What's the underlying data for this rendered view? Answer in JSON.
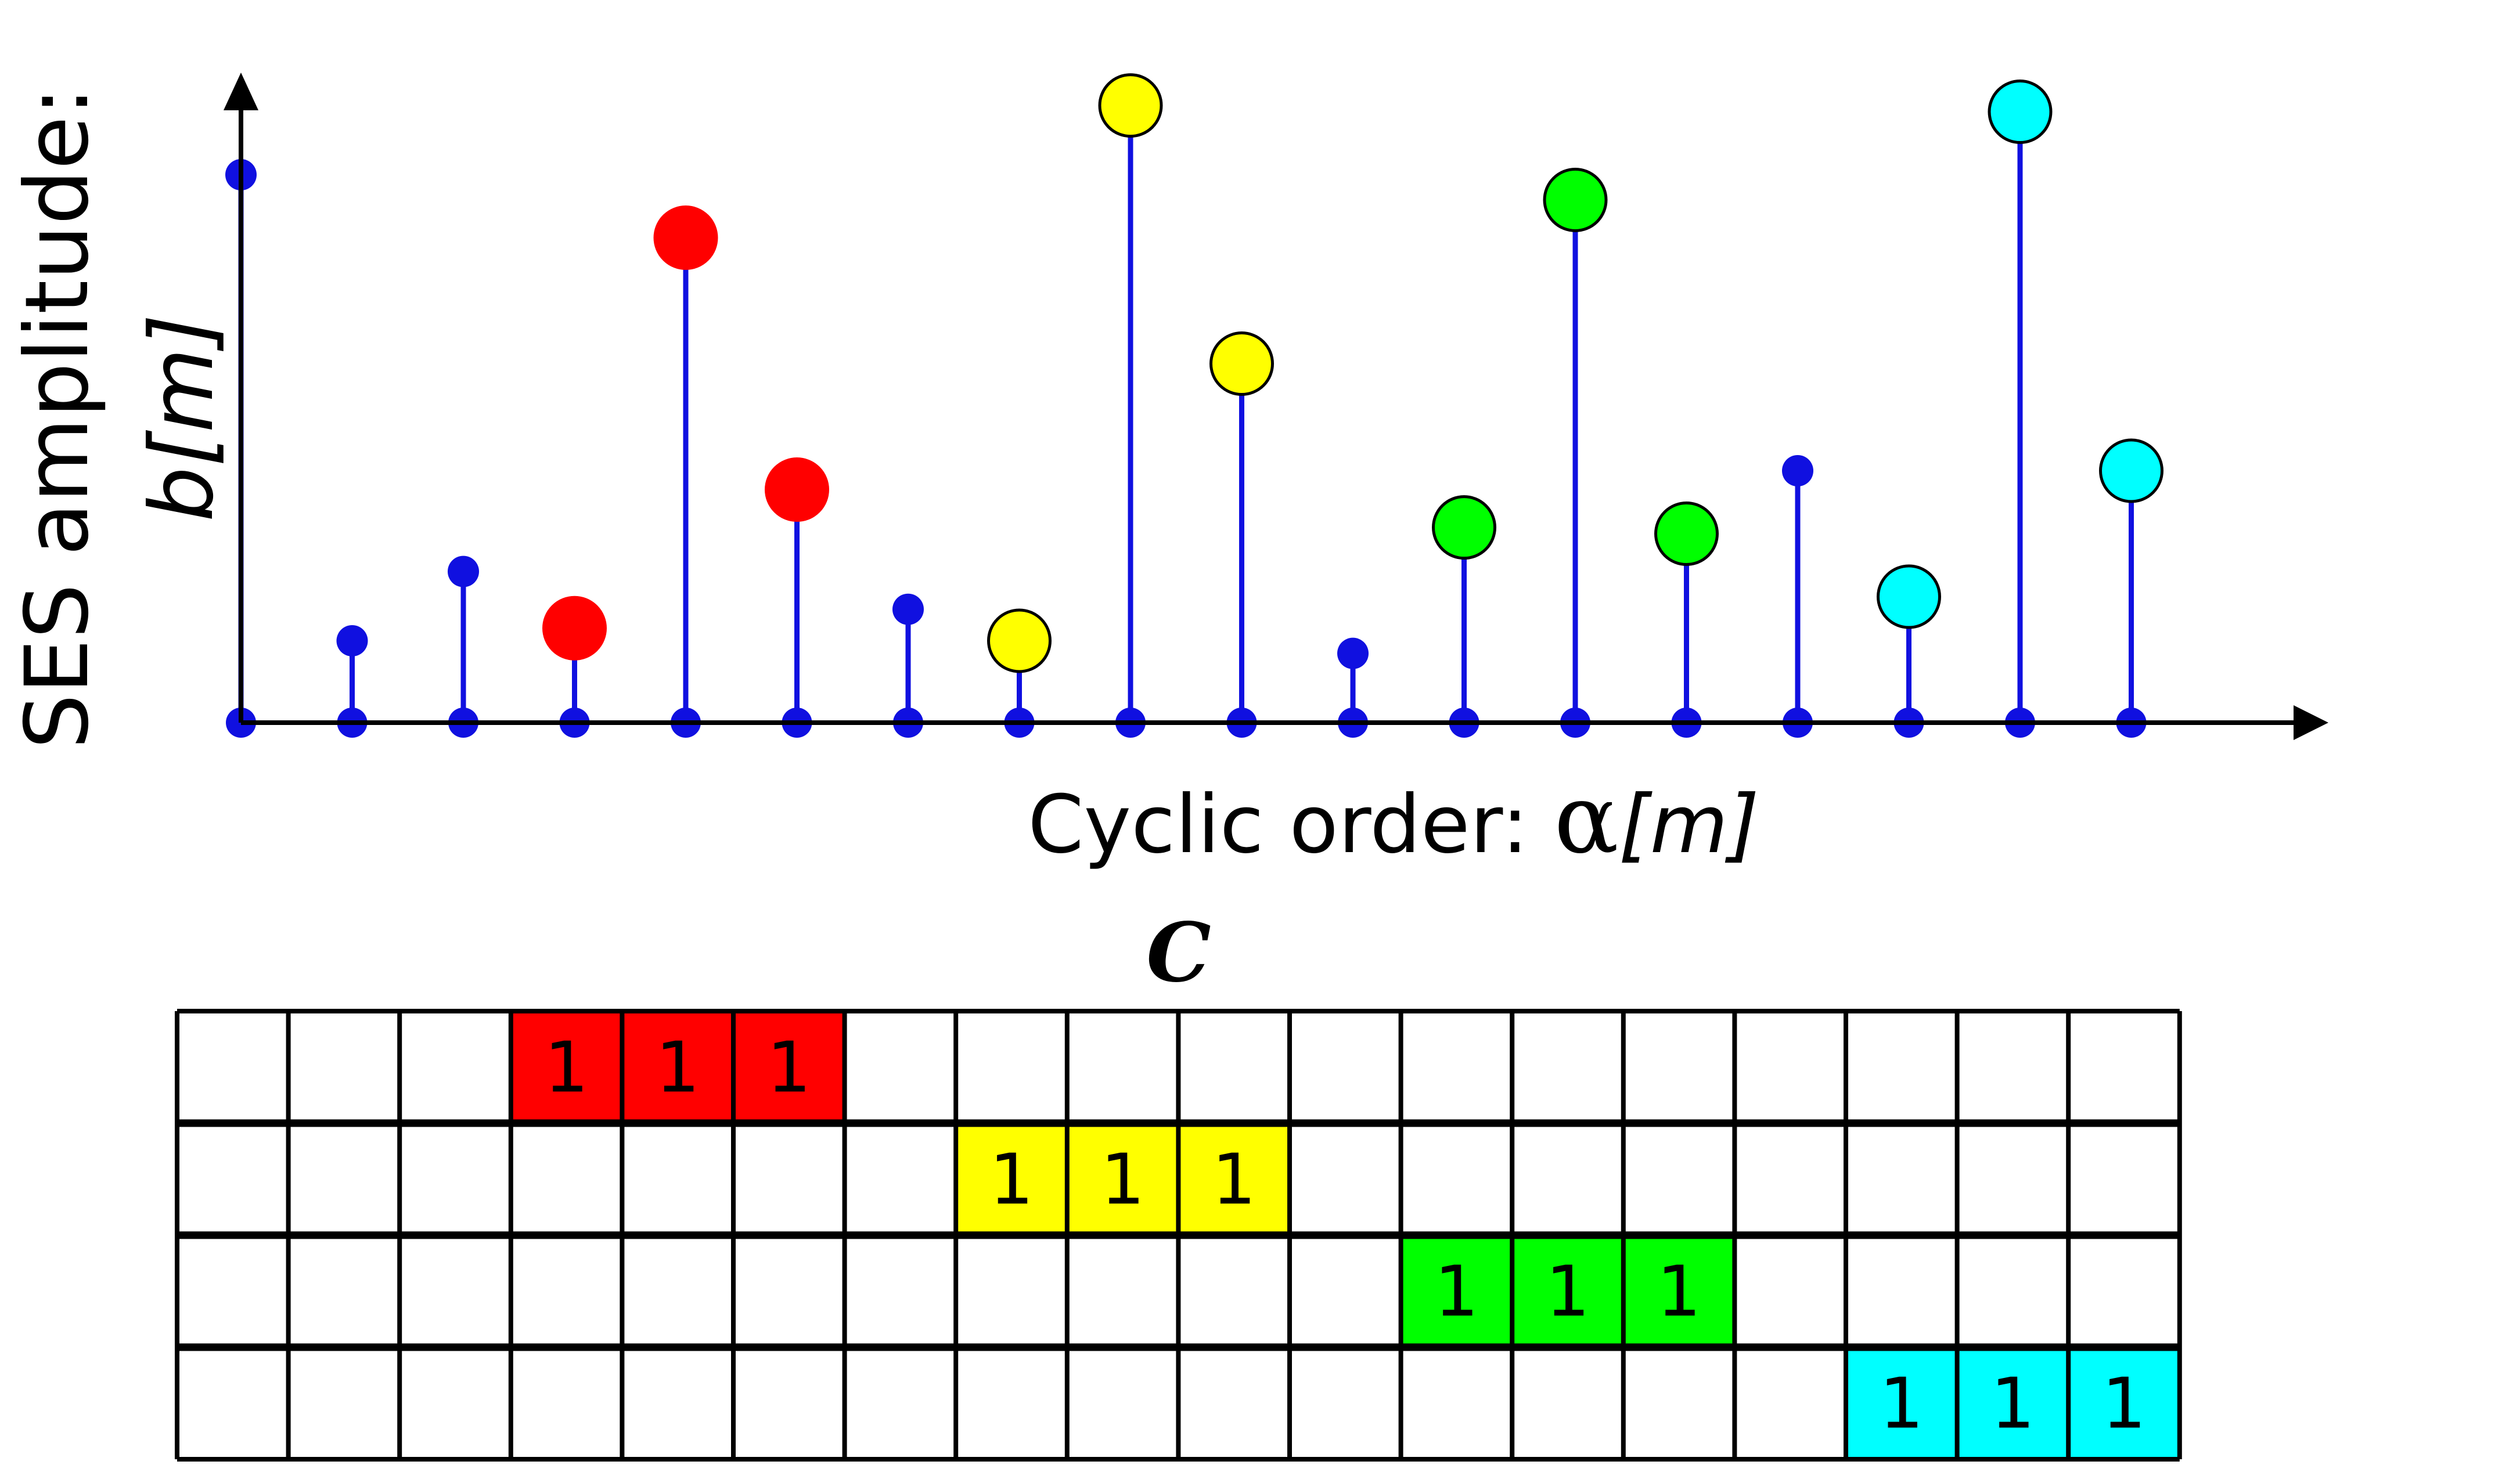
{
  "labels": {
    "y_axis_line1": "SES amplitude:",
    "y_axis_line2": "b[m]",
    "x_axis_prefix": "Cyclic order: ",
    "x_axis_alpha": "α",
    "x_axis_suffix": "[m]",
    "matrix_title": "C"
  },
  "colors": {
    "stem": "#1010e0",
    "axis": "#000000",
    "groups": [
      "#ff0000",
      "#ffff00",
      "#00ff00",
      "#00ffff"
    ]
  },
  "chart_data": {
    "type": "stem",
    "x": [
      1,
      2,
      3,
      4,
      5,
      6,
      7,
      8,
      9,
      10,
      11,
      12,
      13,
      14,
      15,
      16,
      17,
      18
    ],
    "values": [
      0.87,
      0.13,
      0.24,
      0.15,
      0.77,
      0.37,
      0.18,
      0.13,
      0.98,
      0.57,
      0.11,
      0.31,
      0.83,
      0.3,
      0.4,
      0.2,
      0.97,
      0.4
    ],
    "head_group": [
      null,
      null,
      null,
      0,
      0,
      0,
      null,
      1,
      1,
      1,
      null,
      2,
      2,
      2,
      null,
      3,
      3,
      3
    ],
    "ylim": [
      0,
      1
    ]
  },
  "matrix": {
    "rows": 4,
    "cols": 18,
    "cell_text": "1",
    "groups": [
      {
        "row": 0,
        "start_col": 3,
        "count": 3
      },
      {
        "row": 1,
        "start_col": 7,
        "count": 3
      },
      {
        "row": 2,
        "start_col": 11,
        "count": 3
      },
      {
        "row": 3,
        "start_col": 15,
        "count": 3
      }
    ]
  }
}
